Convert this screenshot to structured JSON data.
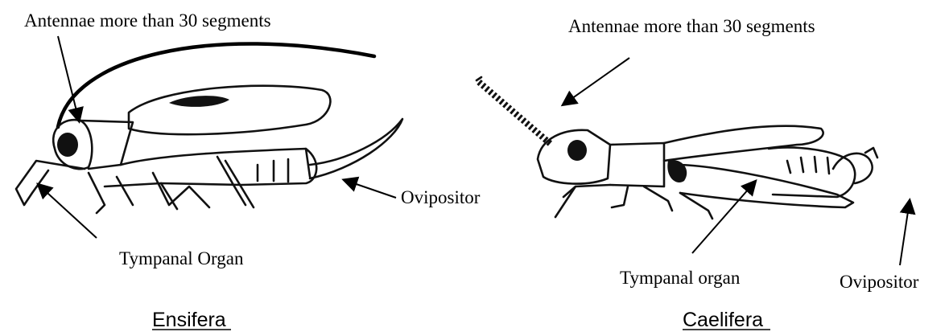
{
  "ensifera": {
    "title": "Ensifera",
    "antennae_label": "Antennae more than 30 segments",
    "ovipositor_label": "Ovipositor",
    "tympanal_label": "Tympanal Organ"
  },
  "caelifera": {
    "title": "Caelifera",
    "antennae_label": "Antennae more than 30 segments",
    "ovipositor_label": "Ovipositor",
    "tympanal_label": "Tympanal organ"
  }
}
